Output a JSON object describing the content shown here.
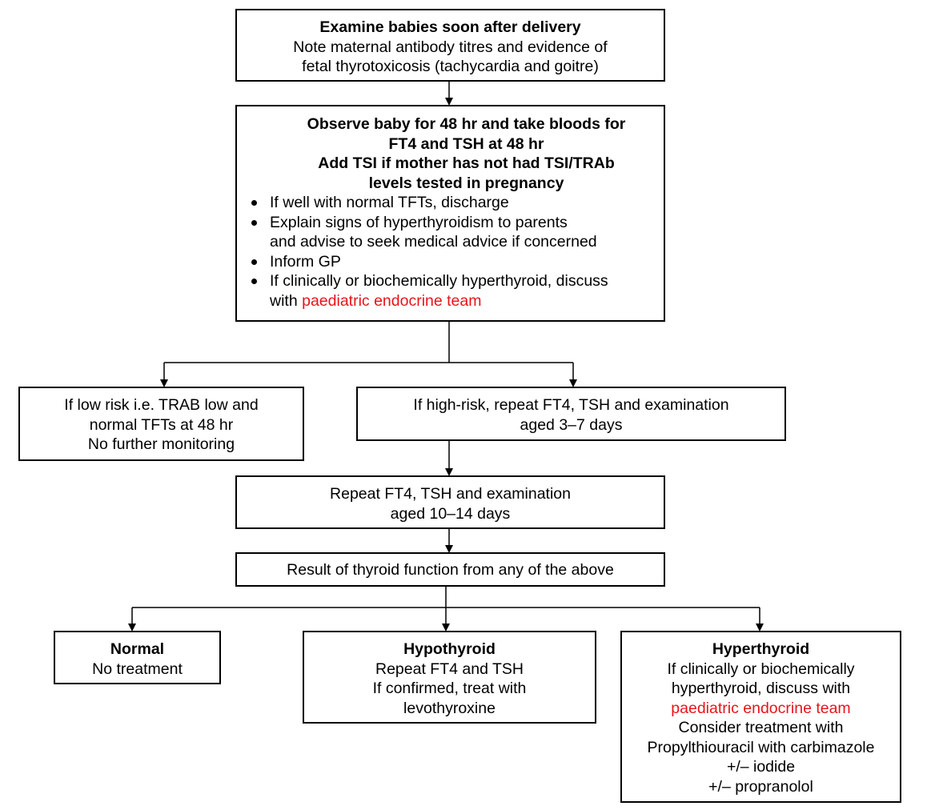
{
  "box1": {
    "title": "Examine babies soon after delivery",
    "lines": [
      "Note maternal antibody titres and evidence of",
      "fetal thyrotoxicosis (tachycardia and goitre)"
    ]
  },
  "box2": {
    "heading": [
      "Observe baby for 48 hr and take bloods for",
      "FT4 and TSH at 48 hr",
      "Add TSI if mother has not had TSI/TRAb",
      "levels tested in pregnancy"
    ],
    "bullets": [
      {
        "lines": [
          "If well with normal TFTs, discharge"
        ]
      },
      {
        "lines": [
          "Explain signs of hyperthyroidism to parents",
          "and advise to seek medical advice if concerned"
        ]
      },
      {
        "lines": [
          "Inform GP"
        ]
      },
      {
        "lines": [
          "If clinically or biochemically hyperthyroid, discuss"
        ],
        "prefix": "with ",
        "link": "paediatric endocrine team"
      }
    ]
  },
  "low_risk": {
    "lines": [
      "If low risk i.e. TRAB low and",
      "normal TFTs at 48 hr",
      "No further monitoring"
    ]
  },
  "high_risk": {
    "lines": [
      "If high-risk, repeat FT4, TSH and examination",
      "aged 3–7 days"
    ]
  },
  "repeat": {
    "lines": [
      "Repeat FT4, TSH and examination",
      "aged 10–14 days"
    ]
  },
  "result": {
    "text": "Result of thyroid function from any of the above"
  },
  "normal": {
    "title": "Normal",
    "lines": [
      "No treatment"
    ]
  },
  "hypo": {
    "title": "Hypothyroid",
    "lines": [
      "Repeat FT4 and TSH",
      "If confirmed, treat with",
      "levothyroxine"
    ]
  },
  "hyper": {
    "title": "Hyperthyroid",
    "lines_before": [
      "If clinically or biochemically",
      "hyperthyroid, discuss with"
    ],
    "link": "paediatric endocrine team",
    "lines_after": [
      "Consider treatment with",
      "Propylthiouracil with carbimazole",
      "+/– iodide",
      "+/– propranolol"
    ]
  },
  "colors": {
    "link": "#e8141b",
    "line": "#000000"
  }
}
